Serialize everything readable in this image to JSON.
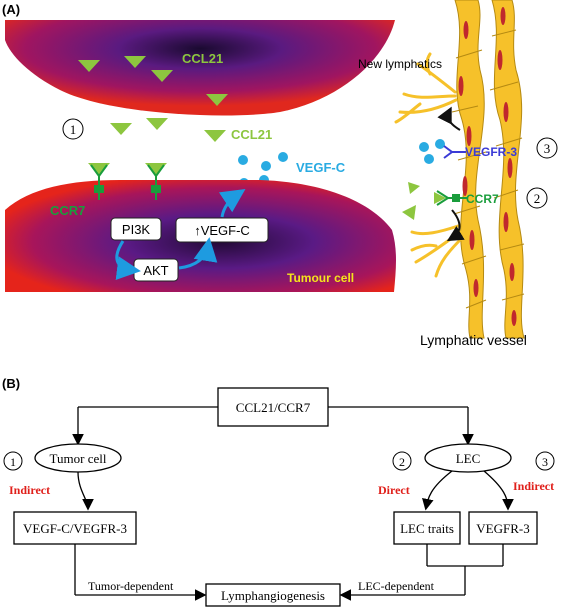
{
  "panel_a": {
    "label": "(A)",
    "top_cell_label": "CCL21",
    "free_ccl21_label": "CCL21",
    "vegfc_label": "VEGF-C",
    "ccr7_label": "CCR7",
    "pi3k_label": "PI3K",
    "akt_label": "AKT",
    "vegfc_up_label": "↑VEGF-C",
    "tumour_cell_label": "Tumour cell",
    "new_lymphatics_label": "New lymphatics",
    "vegfr3_label": "VEGFR-3",
    "ccr7_vessel_label": "CCR7",
    "lymphatic_vessel_label": "Lymphatic vessel",
    "marker_1": "1",
    "marker_2": "2",
    "marker_3": "3",
    "colors": {
      "ccl21_green": "#8dc63f",
      "ccr7_green": "#1a9d3c",
      "vegfc_blue": "#29abe2",
      "vegfr3_blue": "#3b3bd6",
      "tumour_yellow": "#f4e41c",
      "vessel_yellow": "#f6c12a",
      "nucleus_red": "#c0282d",
      "arrow_blue": "#1e9be0"
    }
  },
  "panel_b": {
    "label": "(B)",
    "top_box": "CCL21/CCR7",
    "tumor_cell": "Tumor cell",
    "lec": "LEC",
    "indirect_left": "Indirect",
    "direct": "Direct",
    "indirect_right": "Indirect",
    "vegfc_vegfr3": "VEGF-C/VEGFR-3",
    "lec_traits": "LEC traits",
    "vegfr3": "VEGFR-3",
    "lymphangiogenesis": "Lymphangiogenesis",
    "tumor_dependent": "Tumor-dependent",
    "lec_dependent": "LEC-dependent",
    "marker_1": "1",
    "marker_2": "2",
    "marker_3": "3",
    "colors": {
      "red_label": "#e0201b"
    }
  }
}
